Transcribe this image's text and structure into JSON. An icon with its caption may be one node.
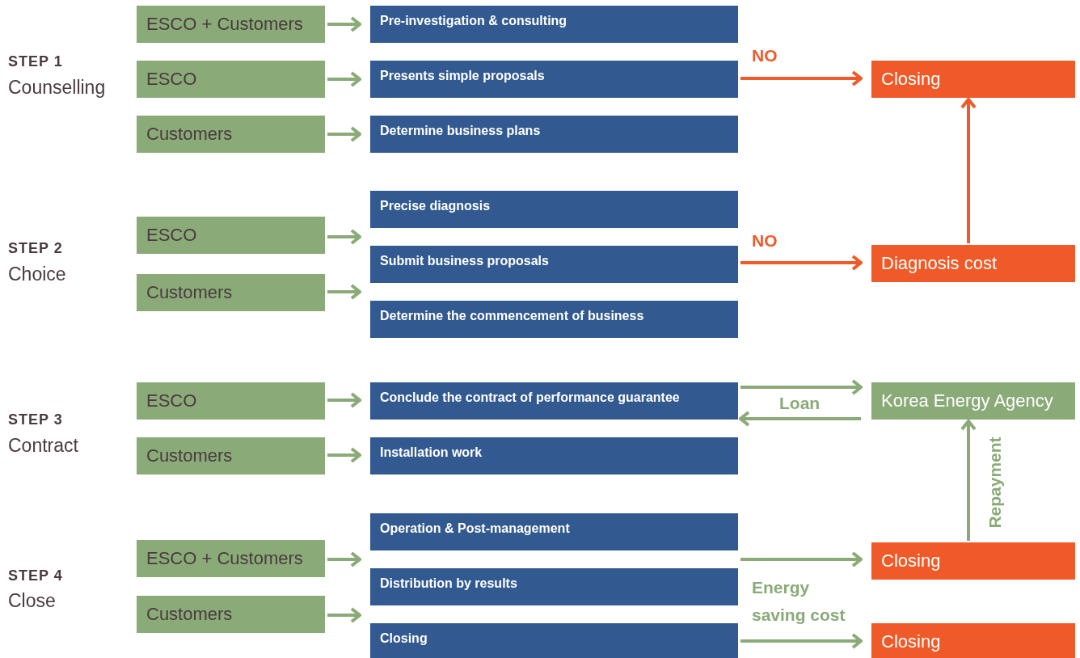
{
  "diagram": {
    "nodes": [
      {
        "text": [
          "ESCO + Customers"
        ]
      },
      {
        "text": [
          "Pre-investigation & consulting"
        ]
      },
      {
        "text": [
          "ESCO"
        ]
      },
      {
        "text": [
          "Presents simple proposals"
        ]
      },
      {
        "text": [
          "Closing"
        ]
      },
      {
        "text": [
          "Customers"
        ]
      },
      {
        "text": [
          "Determine business plans"
        ]
      },
      {
        "text": [
          "Precise diagnosis"
        ]
      },
      {
        "text": [
          "ESCO"
        ]
      },
      {
        "text": [
          "Submit business proposals"
        ]
      },
      {
        "text": [
          "Diagnosis cost"
        ]
      },
      {
        "text": [
          "Customers"
        ]
      },
      {
        "text": [
          "Determine the commencement of business"
        ]
      },
      {
        "text": [
          "ESCO"
        ]
      },
      {
        "text": [
          "Conclude the contract of performance guarantee"
        ]
      },
      {
        "text": [
          "Korea Energy Agency"
        ]
      },
      {
        "text": [
          "Customers"
        ]
      },
      {
        "text": [
          "Installation work"
        ]
      },
      {
        "text": [
          "Operation & Post-management"
        ]
      },
      {
        "text": [
          "ESCO + Customers"
        ]
      },
      {
        "text": [
          "Closing"
        ]
      },
      {
        "text": [
          "Distribution by results"
        ]
      },
      {
        "text": [
          "Customers"
        ]
      },
      {
        "text": [
          "Closing"
        ]
      },
      {
        "text": [
          "Closing"
        ]
      }
    ],
    "edges": [
      {
        "from": 0,
        "to": 1,
        "arrow": "to"
      },
      {
        "from": 2,
        "to": 3,
        "arrow": "to"
      },
      {
        "from": 3,
        "to": 4,
        "arrow": "to",
        "label": "NO",
        "color": "#f05a28"
      },
      {
        "from": 5,
        "to": 6,
        "arrow": "to"
      },
      {
        "from": 8,
        "to": 9,
        "arrow": "to"
      },
      {
        "from": 9,
        "to": 10,
        "arrow": "to",
        "label": "NO",
        "color": "#f05a28"
      },
      {
        "from": 10,
        "to": 4,
        "arrow": "to",
        "color": "#f05a28"
      },
      {
        "from": 11,
        "to": 12,
        "arrow": "to"
      },
      {
        "from": 13,
        "to": 14,
        "arrow": "to"
      },
      {
        "from": 14,
        "to": 15,
        "arrow": "to",
        "label": "Loan"
      },
      {
        "from": 15,
        "to": 14,
        "arrow": "to"
      },
      {
        "from": 16,
        "to": 17,
        "arrow": "to"
      },
      {
        "from": 19,
        "to": 21,
        "arrow": "to"
      },
      {
        "from": 20,
        "to": 15,
        "arrow": "to",
        "label": "Repayment"
      },
      {
        "from": 21,
        "to": 20,
        "arrow": "to",
        "label": "Energy saving cost"
      },
      {
        "from": 22,
        "to": 23,
        "arrow": "to"
      },
      {
        "from": 23,
        "to": 24,
        "arrow": "to"
      }
    ],
    "labels": [
      "STEP 1",
      "Counselling",
      "STEP 2",
      "Choice",
      "STEP 3",
      "Contract",
      "STEP 4",
      "Close"
    ]
  }
}
